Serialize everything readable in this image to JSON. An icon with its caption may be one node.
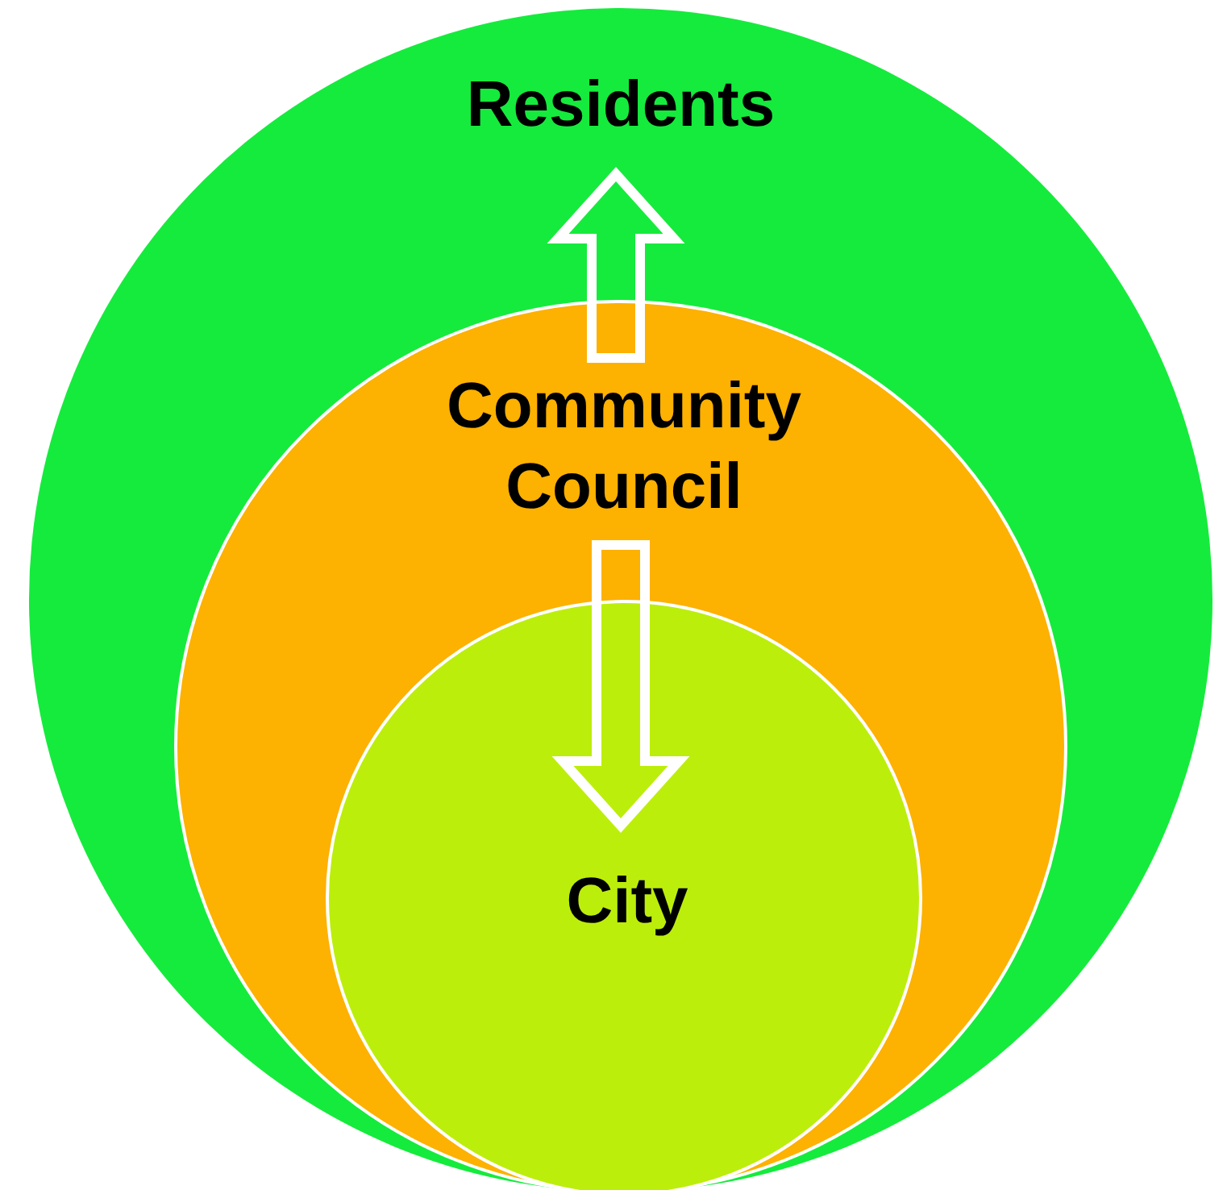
{
  "diagram": {
    "nodes": [
      {
        "text": [
          "Residents"
        ]
      },
      {
        "text": [
          "Community Council"
        ],
        "in": 0
      },
      {
        "text": [
          "City"
        ],
        "in": 1
      }
    ],
    "edges": [
      {
        "from": 1,
        "to": 0,
        "arrow": "to"
      },
      {
        "from": 1,
        "to": 2,
        "arrow": "to"
      }
    ]
  }
}
